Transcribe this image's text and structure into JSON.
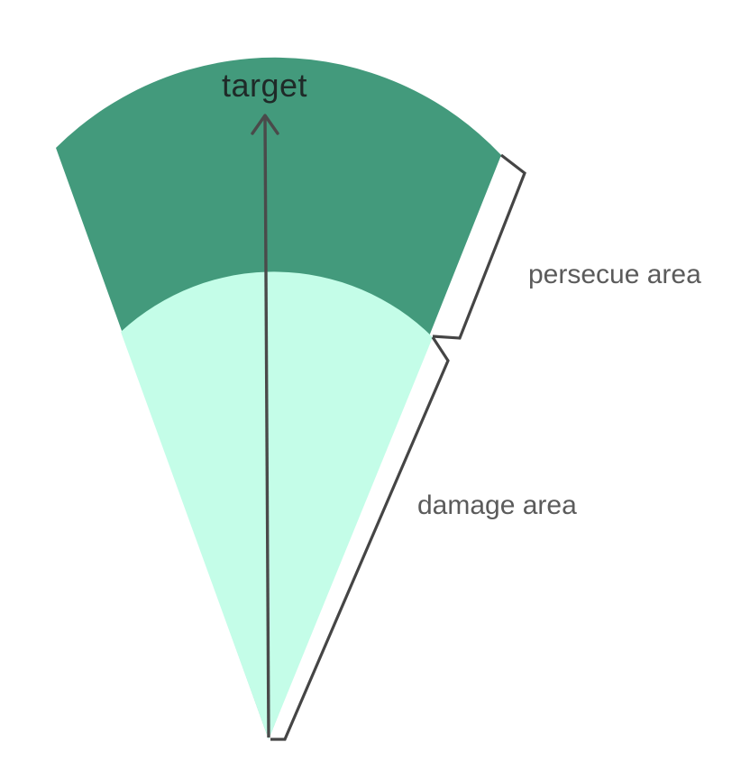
{
  "labels": {
    "target": "target",
    "persecue_area": "persecue area",
    "damage_area": "damage area"
  },
  "colors": {
    "persecue_area_fill": "#439a7c",
    "damage_area_fill": "#c4fde8",
    "arrow": "#4a4a4a",
    "bracket": "#454545",
    "target_text": "#1f2a28",
    "annotation_text": "#5b5b5b",
    "background": "#ffffff"
  },
  "icons": {
    "arrow_head": "chevron-up-icon"
  }
}
